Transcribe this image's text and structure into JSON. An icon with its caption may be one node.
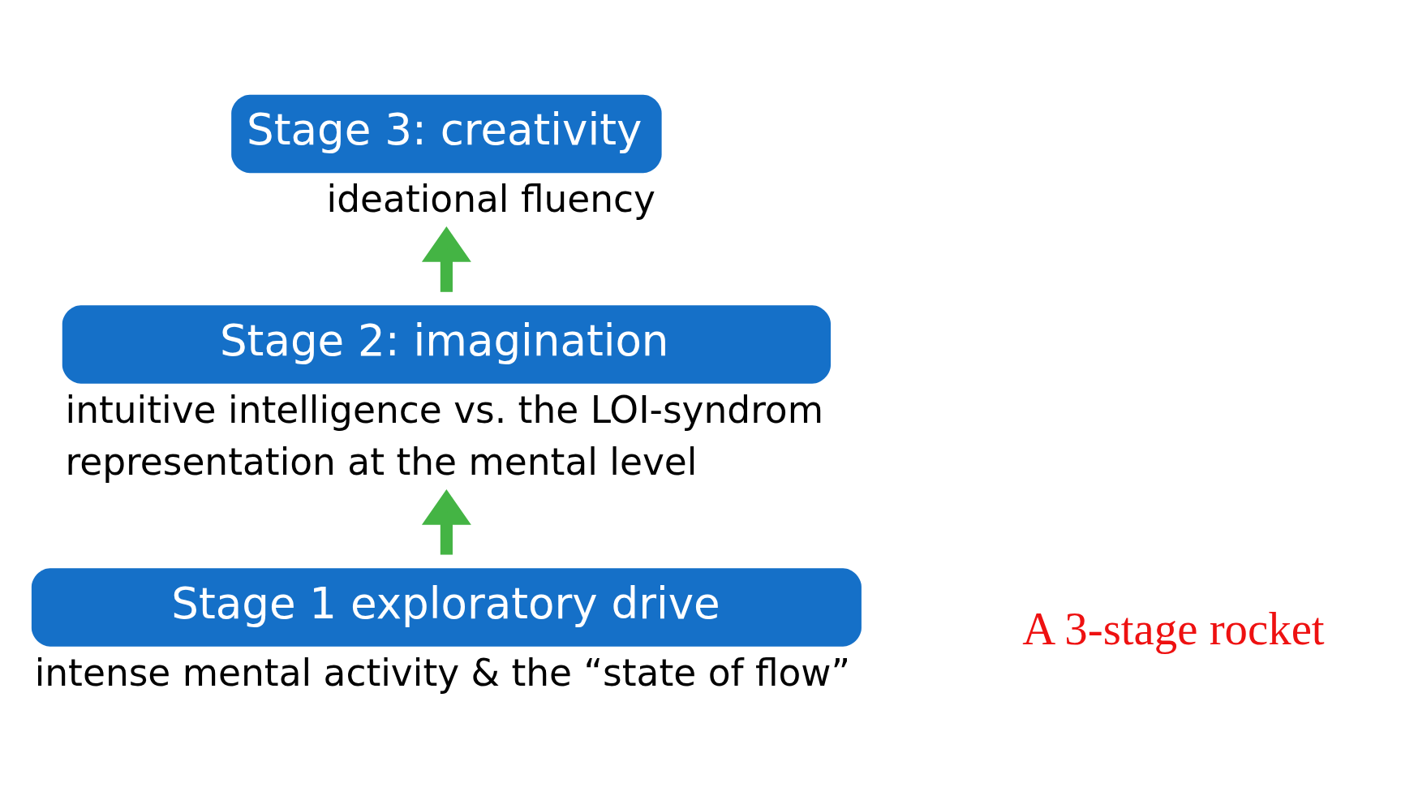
{
  "diagram": {
    "nodes": [
      {
        "text": [
          "Stage 1 exploratory drive"
        ],
        "beside": [
          "intense mental activity & the “state of flow”"
        ]
      },
      {
        "text": [
          "Stage 2: imagination"
        ],
        "beside": [
          "intuitive intelligence vs. the LOI-syndrom",
          "representation at the mental level"
        ]
      },
      {
        "text": [
          "Stage 3: creativity"
        ],
        "beside": [
          "ideational fluency"
        ]
      }
    ],
    "edges": [
      {
        "from": 0,
        "to": 1,
        "arrow": "to"
      },
      {
        "from": 1,
        "to": 2,
        "arrow": "to"
      }
    ],
    "labels": [
      "A 3-stage rocket"
    ]
  }
}
